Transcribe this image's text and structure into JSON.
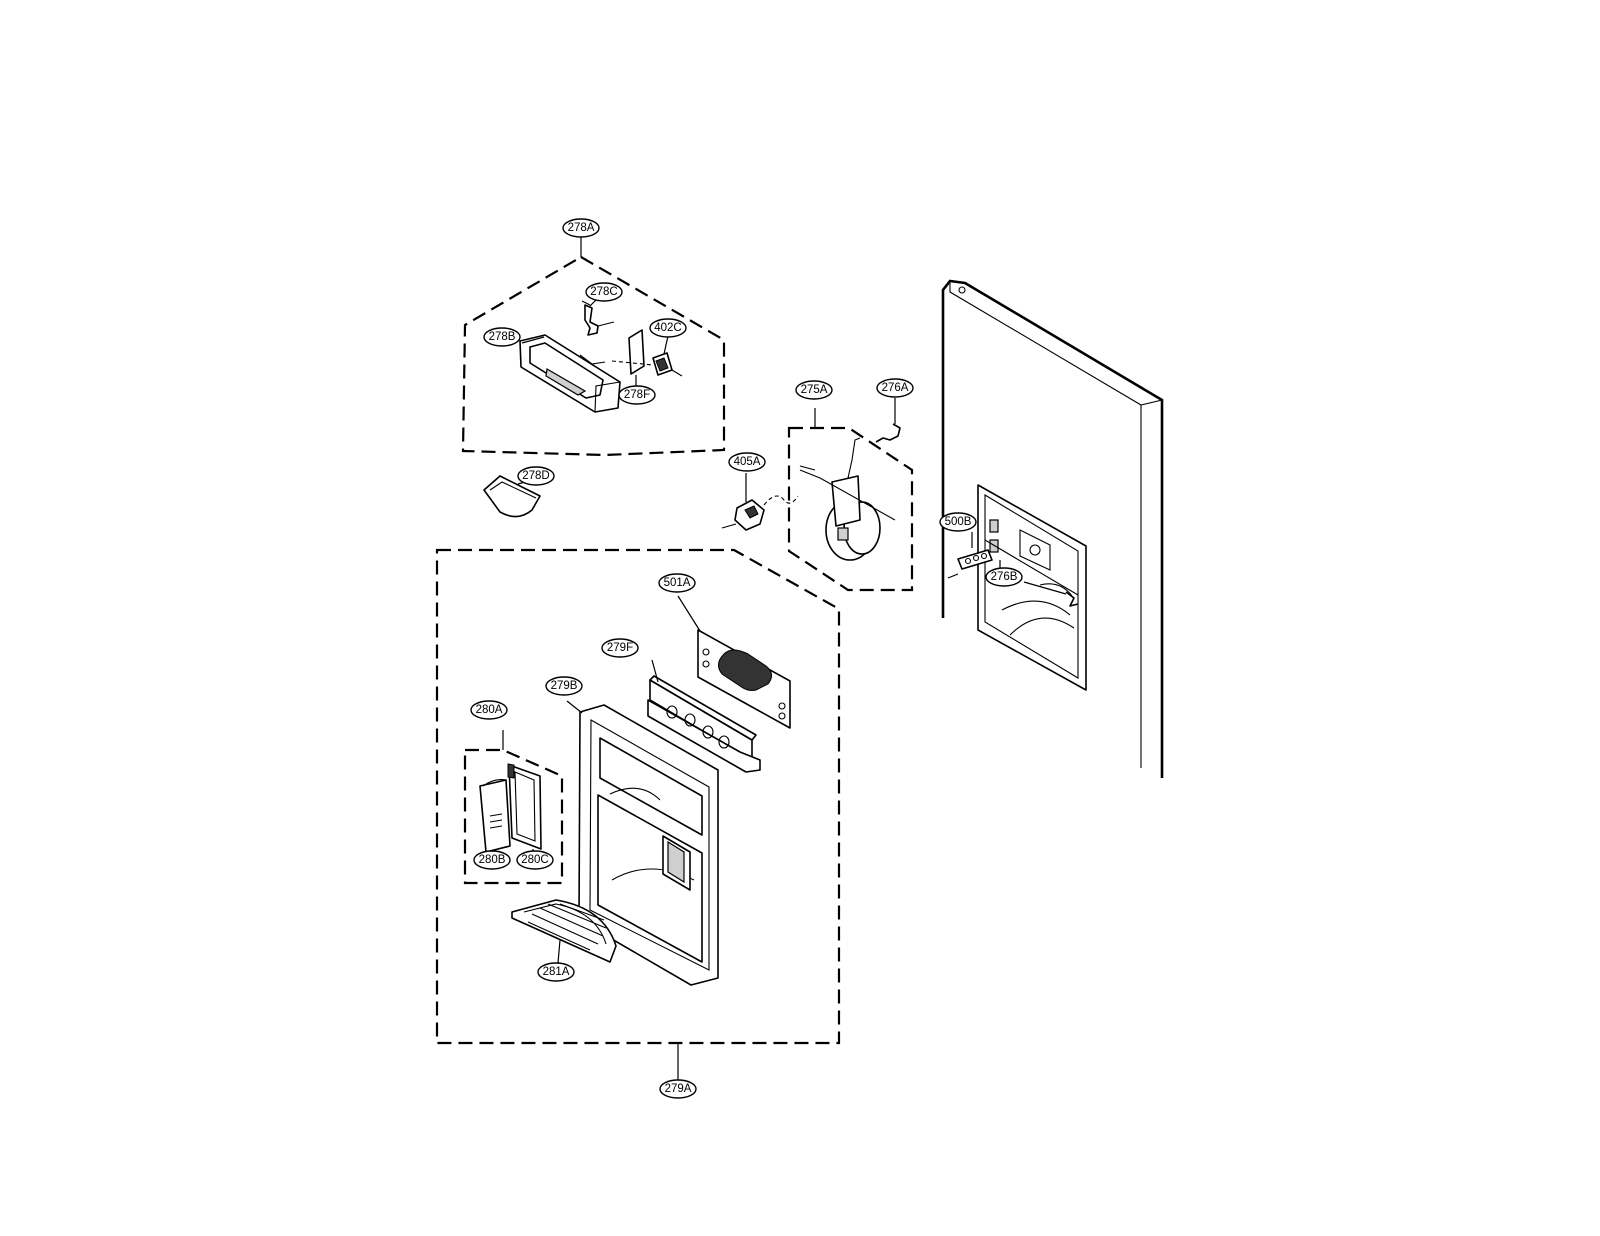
{
  "callouts": [
    {
      "id": "278A",
      "label": "278A"
    },
    {
      "id": "278C",
      "label": "278C"
    },
    {
      "id": "278B",
      "label": "278B"
    },
    {
      "id": "402C",
      "label": "402C"
    },
    {
      "id": "278F",
      "label": "278F"
    },
    {
      "id": "278D",
      "label": "278D"
    },
    {
      "id": "275A",
      "label": "275A"
    },
    {
      "id": "276A",
      "label": "276A"
    },
    {
      "id": "405A",
      "label": "405A"
    },
    {
      "id": "500B",
      "label": "500B"
    },
    {
      "id": "276B",
      "label": "276B"
    },
    {
      "id": "501A",
      "label": "501A"
    },
    {
      "id": "279F",
      "label": "279F"
    },
    {
      "id": "279B",
      "label": "279B"
    },
    {
      "id": "280A",
      "label": "280A"
    },
    {
      "id": "280B",
      "label": "280B"
    },
    {
      "id": "280C",
      "label": "280C"
    },
    {
      "id": "281A",
      "label": "281A"
    },
    {
      "id": "279A",
      "label": "279A"
    }
  ]
}
